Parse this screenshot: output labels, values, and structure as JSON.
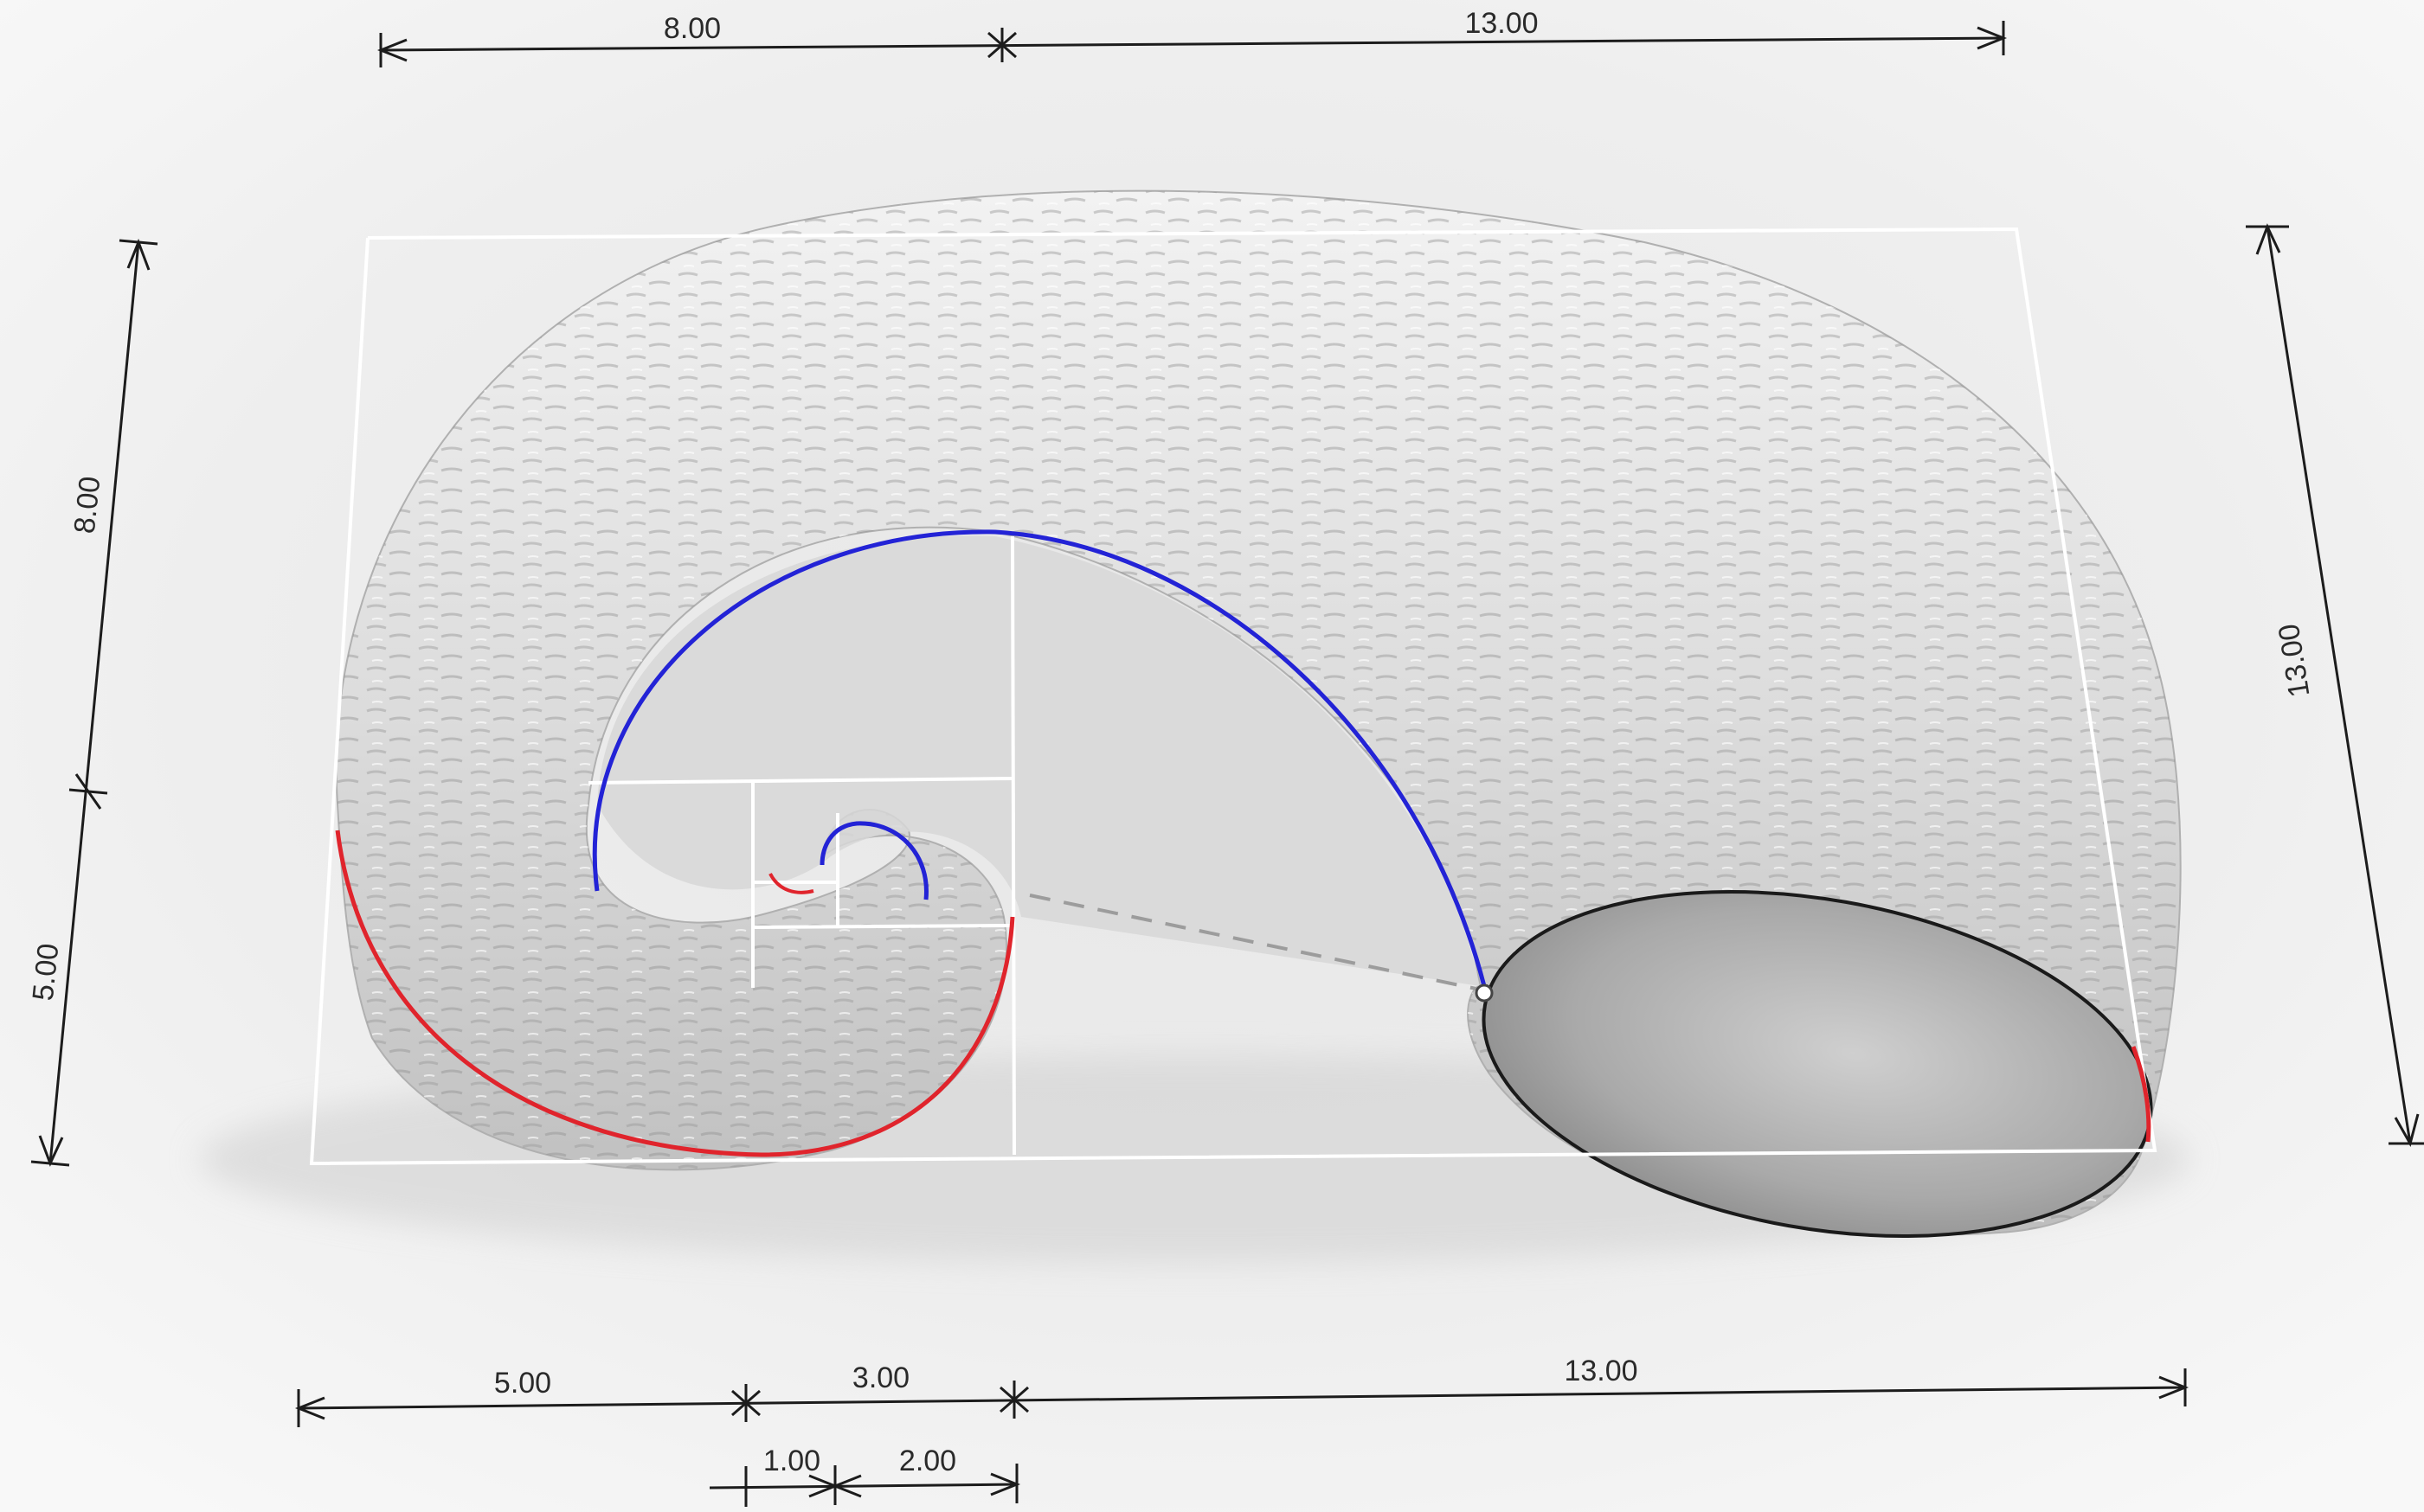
{
  "dimensions": {
    "top": [
      "8.00",
      "13.00"
    ],
    "left": [
      "8.00",
      "5.00"
    ],
    "right": [
      "13.00"
    ],
    "bottom_row1": [
      "5.00",
      "3.00",
      "13.00"
    ],
    "bottom_row2": [
      "1.00",
      "2.00"
    ]
  },
  "colors": {
    "background": "#f4f4f4",
    "shell": "#e4e4e4",
    "blue_spiral": "#2323d6",
    "red_spiral": "#e0242c",
    "guides": "#ffffff",
    "dimension_lines": "#1c1c1c"
  }
}
